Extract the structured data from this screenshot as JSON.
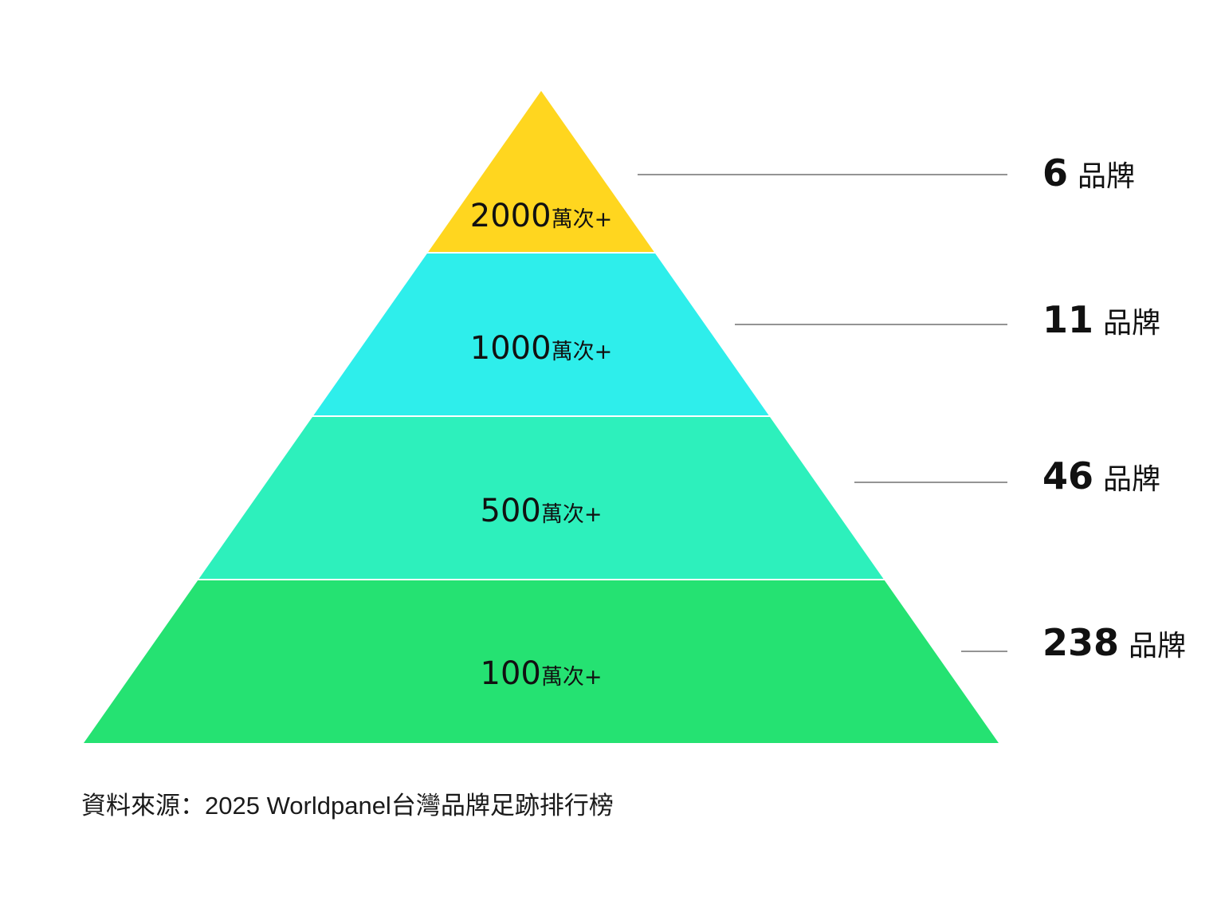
{
  "tiers": [
    {
      "threshold": "2000",
      "unit": "萬次+",
      "brand_count": "6",
      "brand_unit": "品牌",
      "color": "#FFD61F"
    },
    {
      "threshold": "1000",
      "unit": "萬次+",
      "brand_count": "11",
      "brand_unit": "品牌",
      "color": "#2EEEEB"
    },
    {
      "threshold": "500",
      "unit": "萬次+",
      "brand_count": "46",
      "brand_unit": "品牌",
      "color": "#2DF0BC"
    },
    {
      "threshold": "100",
      "unit": "萬次+",
      "brand_count": "238",
      "brand_unit": "品牌",
      "color": "#25E272"
    }
  ],
  "source_note": "資料來源：2025 Worldpanel台灣品牌足跡排行榜"
}
